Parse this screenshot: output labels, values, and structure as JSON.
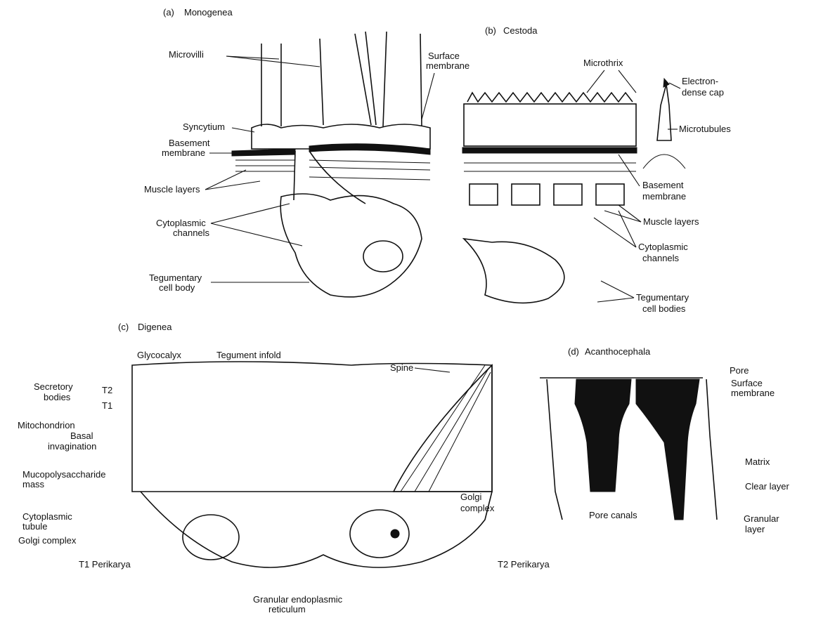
{
  "panels": {
    "a": {
      "letter": "(a)",
      "title": "Monogenea"
    },
    "b": {
      "letter": "(b)",
      "title": "Cestoda"
    },
    "c": {
      "letter": "(c)",
      "title": "Digenea"
    },
    "d": {
      "letter": "(d)",
      "title": "Acanthocephala"
    }
  },
  "labels": {
    "a_microvilli": "Microvilli",
    "a_surface_membrane_1": "Surface",
    "a_surface_membrane_2": "membrane",
    "a_syncytium": "Syncytium",
    "a_basement_1": "Basement",
    "a_basement_2": "membrane",
    "a_muscle": "Muscle layers",
    "a_cyto_1": "Cytoplasmic",
    "a_cyto_2": "channels",
    "a_teg_1": "Tegumentary",
    "a_teg_2": "cell body",
    "b_microthrix": "Microthrix",
    "b_edc_1": "Electron-",
    "b_edc_2": "dense cap",
    "b_microtubules": "Microtubules",
    "b_basement_1": "Basement",
    "b_basement_2": "membrane",
    "b_muscle": "Muscle layers",
    "b_cyto_1": "Cytoplasmic",
    "b_cyto_2": "channels",
    "b_teg_1": "Tegumentary",
    "b_teg_2": "cell bodies",
    "c_glycocalyx": "Glycocalyx",
    "c_infold": "Tegument infold",
    "c_spine": "Spine",
    "c_secretory_1": "Secretory",
    "c_secretory_2": "bodies",
    "c_t2": "T2",
    "c_t1": "T1",
    "c_mito": "Mitochondrion",
    "c_basal_1": "Basal",
    "c_basal_2": "invagination",
    "c_muco_1": "Mucopolysaccharide",
    "c_muco_2": "mass",
    "c_cytotub_1": "Cytoplasmic",
    "c_cytotub_2": "tubule",
    "c_golgi_left": "Golgi complex",
    "c_golgi_r1": "Golgi",
    "c_golgi_r2": "complex",
    "c_t1_peri": "T1 Perikarya",
    "c_t2_peri": "T2 Perikarya",
    "c_ger_1": "Granular endoplasmic",
    "c_ger_2": "reticulum",
    "d_pore": "Pore",
    "d_surface_1": "Surface",
    "d_surface_2": "membrane",
    "d_matrix": "Matrix",
    "d_clear": "Clear layer",
    "d_granular_1": "Granular",
    "d_granular_2": "layer",
    "d_pore_canals": "Pore canals"
  }
}
